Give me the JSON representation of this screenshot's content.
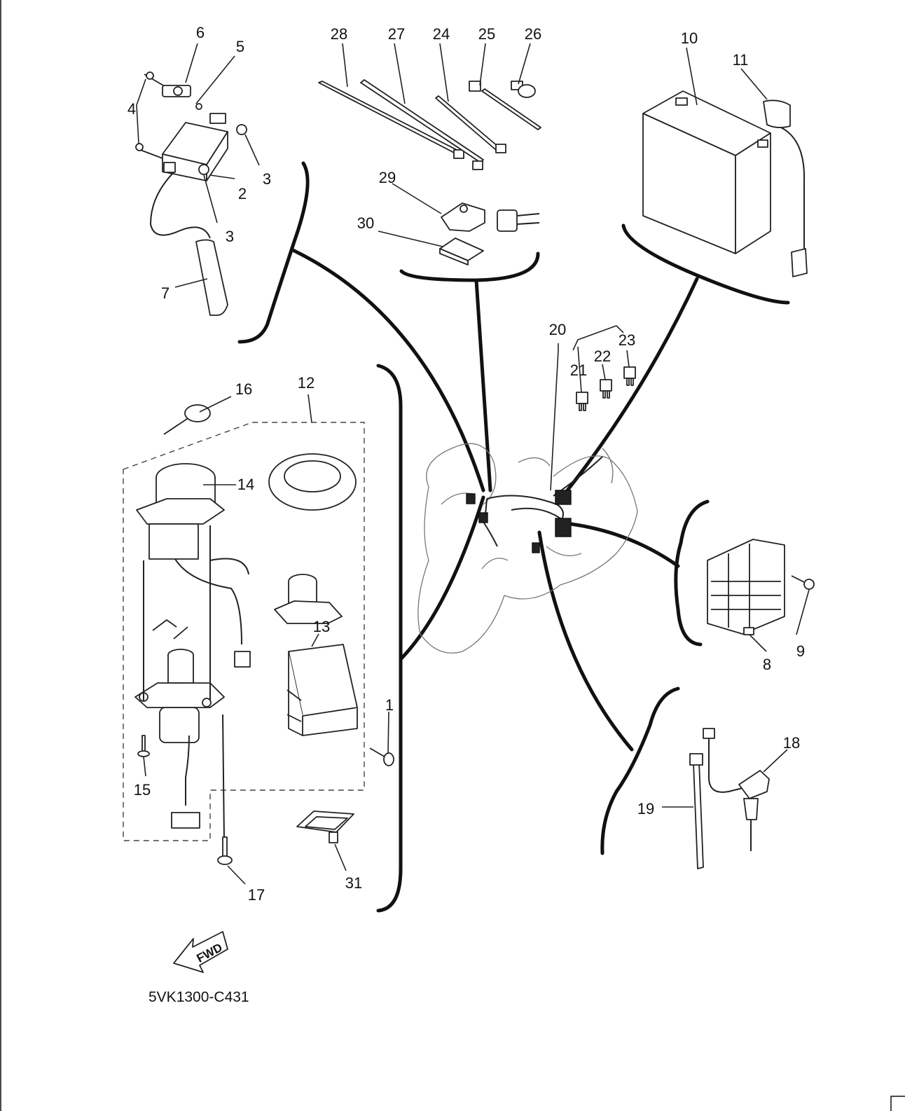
{
  "diagram": {
    "drawing_code": "5VK1300-C431",
    "fwd_label": "FWD",
    "callouts": {
      "c1": "1",
      "c2": "2",
      "c3a": "3",
      "c3b": "3",
      "c4": "4",
      "c5": "5",
      "c6": "6",
      "c7": "7",
      "c8": "8",
      "c9": "9",
      "c10": "10",
      "c11": "11",
      "c12": "12",
      "c13": "13",
      "c14": "14",
      "c15": "15",
      "c16": "16",
      "c17": "17",
      "c18": "18",
      "c19": "19",
      "c20": "20",
      "c21": "21",
      "c22": "22",
      "c23": "23",
      "c24": "24",
      "c25": "25",
      "c26": "26",
      "c27": "27",
      "c28": "28",
      "c29": "29",
      "c30": "30",
      "c31": "31"
    }
  }
}
